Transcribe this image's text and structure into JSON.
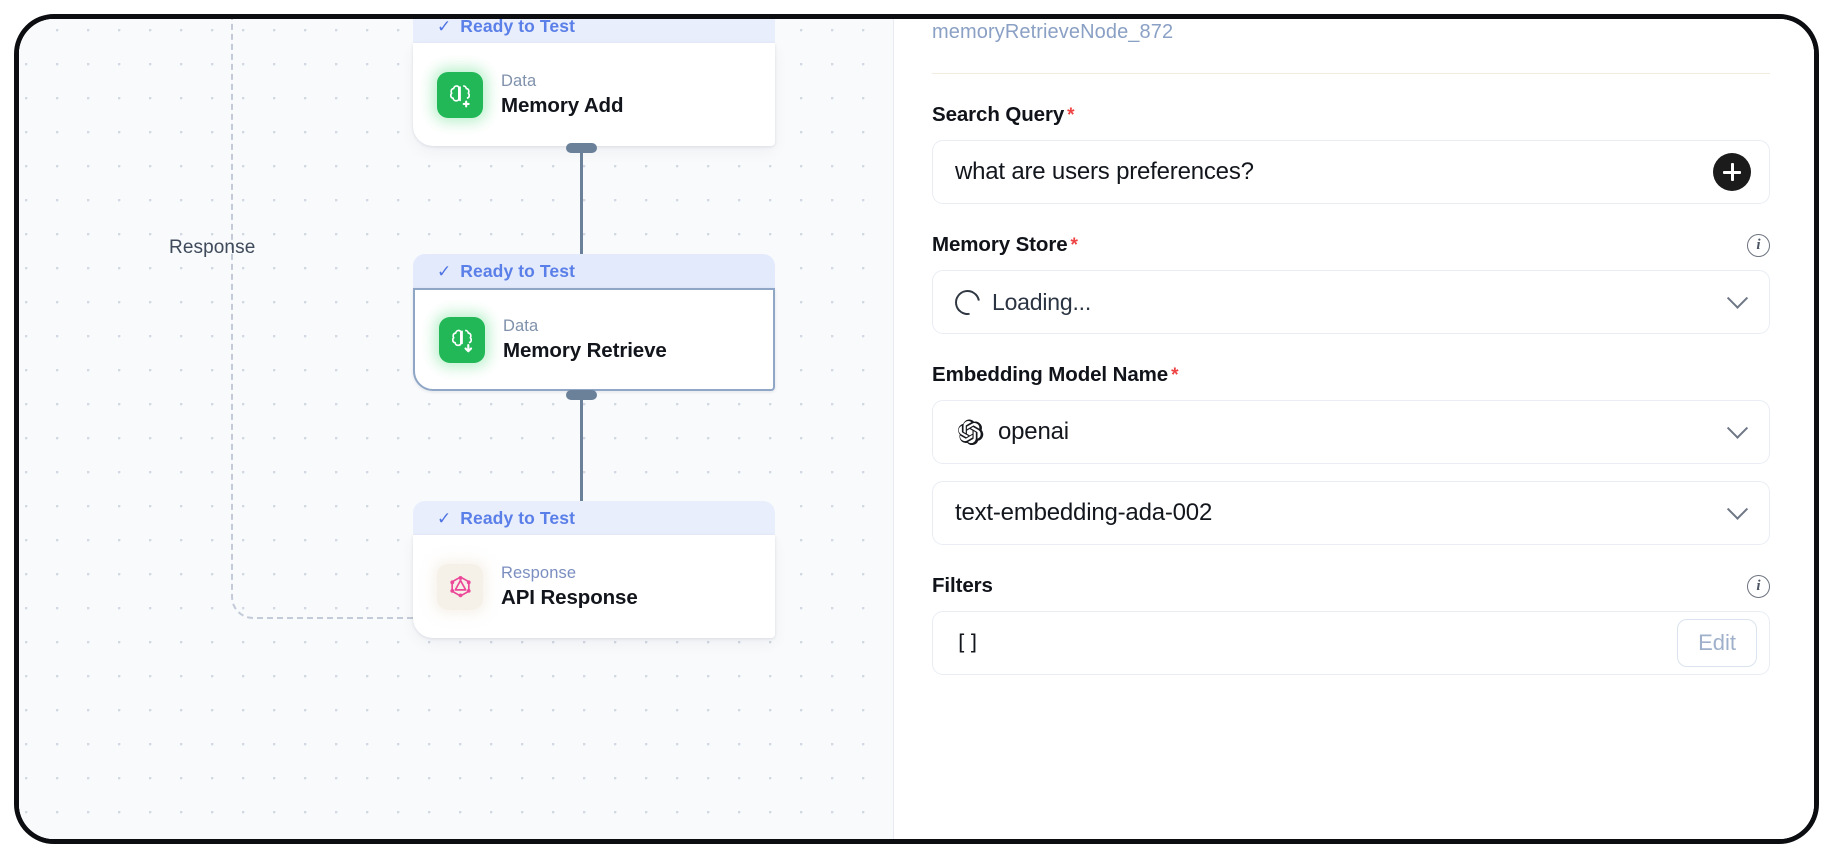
{
  "canvas": {
    "edge_label": "Response",
    "nodes": [
      {
        "status": "Ready to Test",
        "kind": "Data",
        "title": "Memory Add",
        "icon": "brain-plus-icon",
        "selected": false
      },
      {
        "status": "Ready to Test",
        "kind": "Data",
        "title": "Memory Retrieve",
        "icon": "brain-download-icon",
        "selected": true
      },
      {
        "status": "Ready to Test",
        "kind": "Response",
        "title": "API Response",
        "icon": "graphql-icon",
        "selected": false
      }
    ]
  },
  "panel": {
    "node_id": "memoryRetrieveNode_872",
    "fields": [
      {
        "label": "Search Query",
        "required": true,
        "has_info": false,
        "value": "what are users preferences?",
        "control": "text-with-add",
        "action_icon": "plus-icon"
      },
      {
        "label": "Memory Store",
        "required": true,
        "has_info": true,
        "value": "Loading...",
        "control": "select-loading",
        "icon": "spinner-icon",
        "chevron": "chevron-down-icon"
      },
      {
        "label": "Embedding Model Name",
        "required": true,
        "has_info": false,
        "value": "openai",
        "control": "select-with-logo",
        "icon": "openai-icon",
        "chevron": "chevron-down-icon"
      },
      {
        "label": "",
        "required": false,
        "has_info": false,
        "value": "text-embedding-ada-002",
        "control": "select",
        "chevron": "chevron-down-icon"
      },
      {
        "label": "Filters",
        "required": false,
        "has_info": true,
        "value": "[]",
        "control": "text-with-button",
        "button_label": "Edit"
      }
    ]
  },
  "colors": {
    "status_badge_bg": "#e8eefc",
    "status_text": "#5a7fe8",
    "node_icon_green": "#22b858",
    "required_star": "#ef4444",
    "node_id_text": "#8aa0c4",
    "handle": "#6b8199",
    "edit_button_text": "#9fb0cb"
  }
}
